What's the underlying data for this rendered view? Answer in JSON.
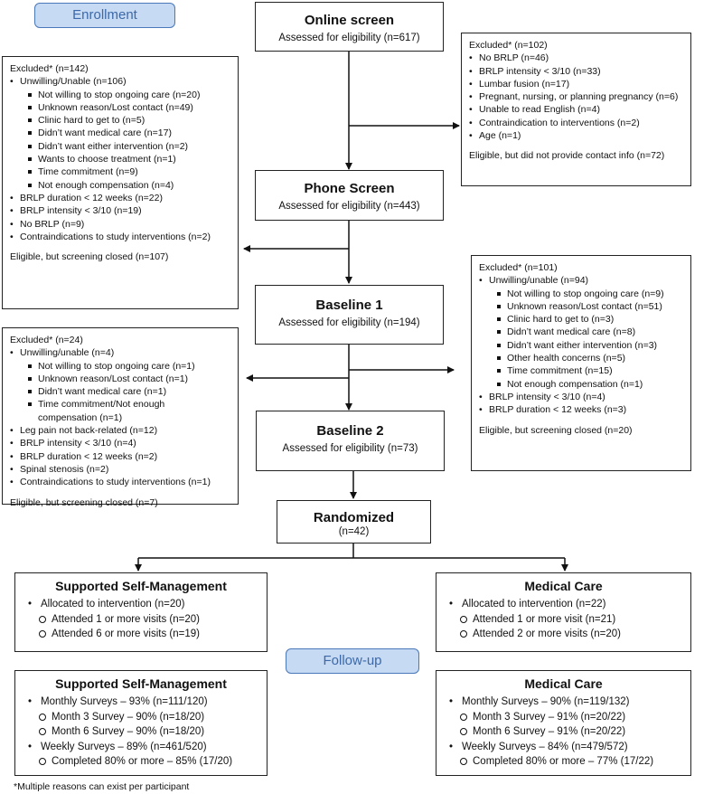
{
  "stages": {
    "enrollment": "Enrollment",
    "followup": "Follow-up"
  },
  "online": {
    "title": "Online screen",
    "subtitle": "Assessed for eligibility (n=617)"
  },
  "phone": {
    "title": "Phone Screen",
    "subtitle": "Assessed for eligibility  (n=443)"
  },
  "baseline1": {
    "title": "Baseline 1",
    "subtitle": "Assessed for eligibility (n=194)"
  },
  "baseline2": {
    "title": "Baseline 2",
    "subtitle": "Assessed for eligibility  (n=73)"
  },
  "randomized": {
    "title": "Randomized",
    "subtitle": "(n=42)"
  },
  "excl_online": {
    "header": "Excluded* (n=102)",
    "items": [
      "No BRLP (n=46)",
      "BRLP intensity < 3/10 (n=33)",
      "Lumbar fusion (n=17)",
      "Pregnant, nursing, or planning pregnancy (n=6)",
      "Unable to read English (n=4)",
      "Contraindication to interventions (n=2)",
      "Age (n=1)"
    ],
    "footer": "Eligible, but did not provide contact info (n=72)"
  },
  "excl_phone": {
    "header": "Excluded* (n=142)",
    "unwilling": "Unwilling/Unable (n=106)",
    "sub": [
      "Not willing to stop ongoing care (n=20)",
      "Unknown reason/Lost contact (n=49)",
      "Clinic hard to get to (n=5)",
      "Didn’t want medical care (n=17)",
      "Didn’t want either intervention (n=2)",
      "Wants to choose treatment (n=1)",
      "Time commitment (n=9)",
      "Not enough compensation (n=4)"
    ],
    "items": [
      "BRLP duration < 12 weeks (n=22)",
      "BRLP intensity < 3/10 (n=19)",
      "No BRLP (n=9)",
      "Contraindications to study interventions (n=2)"
    ],
    "footer": "Eligible, but screening closed (n=107)"
  },
  "excl_b1": {
    "header": "Excluded* (n=101)",
    "unwilling": "Unwilling/unable (n=94)",
    "sub": [
      "Not willing to stop ongoing care (n=9)",
      "Unknown reason/Lost contact (n=51)",
      "Clinic hard to get to (n=3)",
      "Didn’t want medical care (n=8)",
      "Didn’t want either intervention (n=3)",
      "Other health concerns (n=5)",
      "Time commitment (n=15)",
      "Not enough compensation (n=1)"
    ],
    "items": [
      "BRLP intensity < 3/10 (n=4)",
      "BRLP duration < 12 weeks (n=3)"
    ],
    "footer": "Eligible, but screening closed (n=20)"
  },
  "excl_b2": {
    "header": "Excluded* (n=24)",
    "unwilling": "Unwilling/unable (n=4)",
    "sub": [
      "Not willing to stop ongoing care (n=1)",
      "Unknown reason/Lost contact (n=1)",
      "Didn’t want medical care (n=1)",
      "Time commitment/Not enough compensation (n=1)"
    ],
    "items": [
      "Leg pain not back-related (n=12)",
      "BRLP intensity < 3/10 (n=4)",
      "BRLP duration < 12 weeks (n=2)",
      "Spinal stenosis (n=2)",
      "Contraindications to study interventions (n=1)"
    ],
    "footer": "Eligible, but screening closed (n=7)"
  },
  "alloc_ssm": {
    "title": "Supported Self-Management",
    "main": "Allocated to intervention (n=20)",
    "sub": [
      "Attended 1 or more visits (n=20)",
      "Attended 6 or more visits (n=19)"
    ]
  },
  "alloc_mc": {
    "title": "Medical Care",
    "main": "Allocated to intervention (n=22)",
    "sub": [
      "Attended 1 or more visit (n=21)",
      "Attended 2 or more visits (n=20)"
    ]
  },
  "fu_ssm": {
    "title": "Supported Self-Management",
    "monthly": "Monthly Surveys – 93% (n=111/120)",
    "monthly_sub": [
      "Month 3 Survey – 90% (n=18/20)",
      "Month 6 Survey – 90% (n=18/20)"
    ],
    "weekly": "Weekly Surveys – 89% (n=461/520)",
    "weekly_sub": [
      "Completed 80% or more – 85% (17/20)"
    ]
  },
  "fu_mc": {
    "title": "Medical Care",
    "monthly": "Monthly Surveys – 90% (n=119/132)",
    "monthly_sub": [
      "Month 3 Survey – 91% (n=20/22)",
      "Month 6 Survey – 91% (n=20/22)"
    ],
    "weekly": "Weekly Surveys – 84% (n=479/572)",
    "weekly_sub": [
      "Completed 80% or more – 77% (17/22)"
    ]
  },
  "footnote": "*Multiple reasons can exist per participant"
}
